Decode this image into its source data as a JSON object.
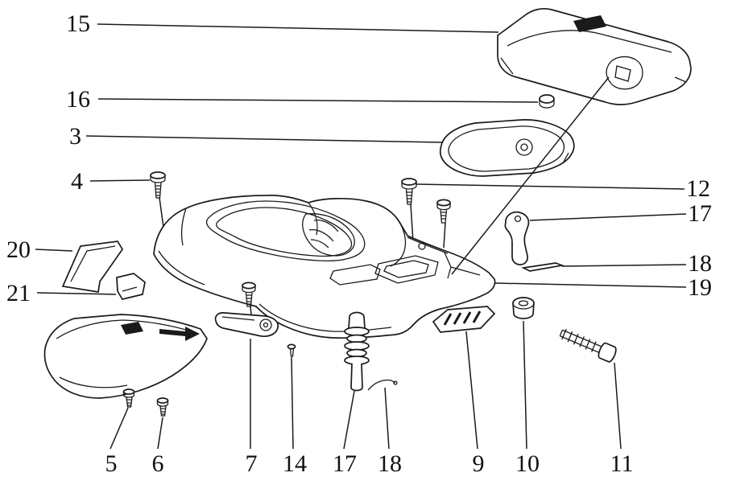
{
  "figure": {
    "kind": "exploded-parts-diagram",
    "background_color": "#ffffff",
    "line_color": "#1a1a1a"
  },
  "callouts": [
    {
      "text": "15"
    },
    {
      "text": "16"
    },
    {
      "text": "3"
    },
    {
      "text": "4"
    },
    {
      "text": "20"
    },
    {
      "text": "21"
    },
    {
      "text": "12"
    },
    {
      "text": "17"
    },
    {
      "text": "18"
    },
    {
      "text": "19"
    },
    {
      "text": "5"
    },
    {
      "text": "6"
    },
    {
      "text": "7"
    },
    {
      "text": "14"
    },
    {
      "text": "17"
    },
    {
      "text": "18"
    },
    {
      "text": "9"
    },
    {
      "text": "10"
    },
    {
      "text": "11"
    }
  ]
}
